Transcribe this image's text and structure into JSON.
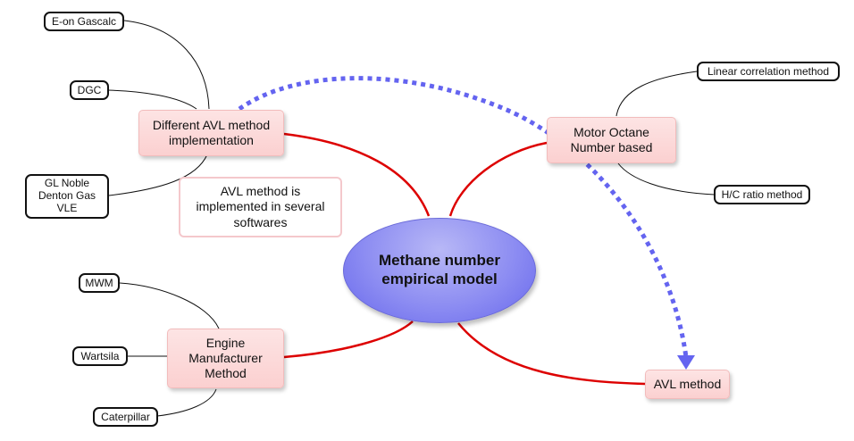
{
  "diagram": {
    "type": "mind-map",
    "colors": {
      "central_fill": "#8d8df2",
      "main_branch_line": "#dd0000",
      "sub_branch_line": "#111111",
      "dotted_arrow": "#6464f0",
      "main_node_fill": "#fbd8d8",
      "note_border": "#f4c8cc"
    },
    "central": {
      "label": "Methane number\nempirical model"
    },
    "branches": [
      {
        "id": "avl-impl",
        "label": "Different AVL method\nimplementation",
        "children": [
          "E-on Gascalc",
          "DGC",
          "GL Noble\nDenton Gas\nVLE"
        ]
      },
      {
        "id": "mon",
        "label": "Motor Octane\nNumber based",
        "children": [
          "Linear correlation method",
          "H/C ratio method"
        ]
      },
      {
        "id": "engine",
        "label": "Engine\nManufacturer\nMethod",
        "children": [
          "MWM",
          "Wartsila",
          "Caterpillar"
        ]
      },
      {
        "id": "avl",
        "label": "AVL method",
        "children": []
      }
    ],
    "note": {
      "label": "AVL method is\nimplemented in several\nsoftwares"
    },
    "relationship": {
      "from": "Different AVL method implementation",
      "to": "AVL method",
      "style": "dotted-arrow"
    }
  }
}
